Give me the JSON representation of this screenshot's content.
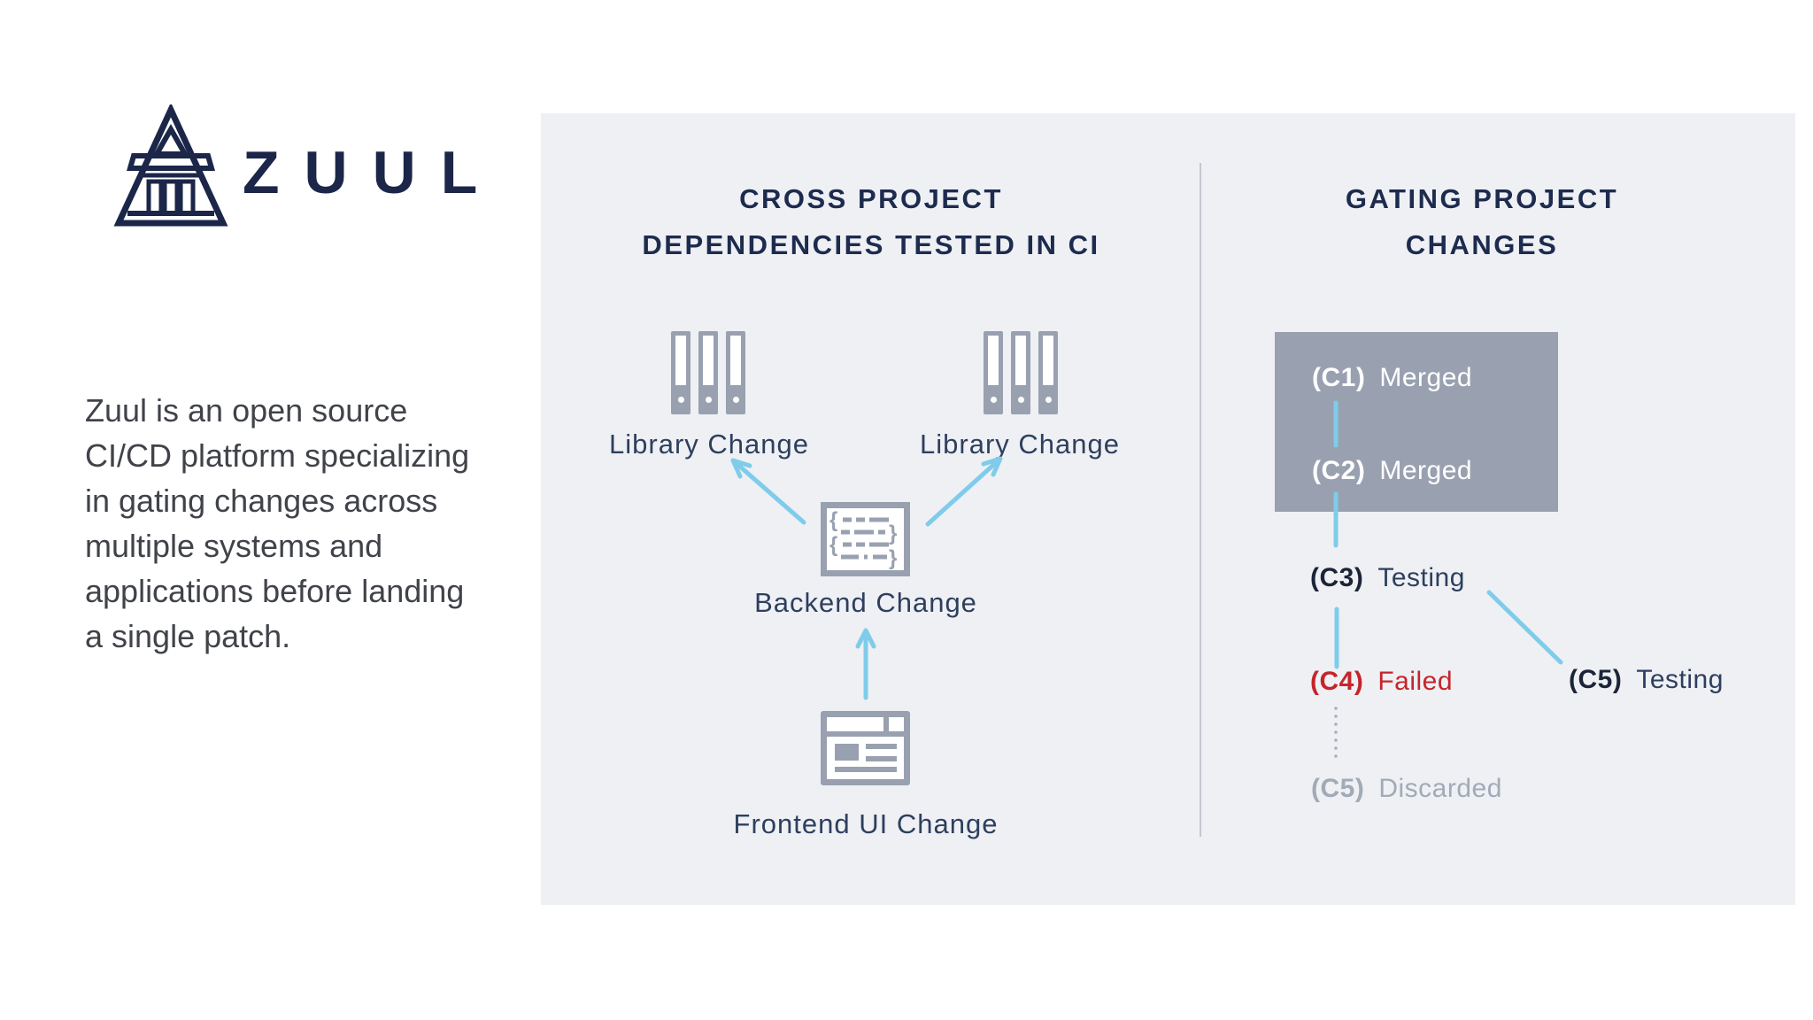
{
  "logo": {
    "wordmark": "ZUUL"
  },
  "intro": {
    "lines": [
      "Zuul is an open source",
      "CI/CD platform specializing",
      "in gating changes across",
      "multiple systems and",
      "applications before landing",
      "a single patch."
    ]
  },
  "cross_project": {
    "heading_line1": "CROSS PROJECT",
    "heading_line2": "DEPENDENCIES TESTED IN CI",
    "nodes": {
      "library_left": "Library Change",
      "library_right": "Library Change",
      "backend": "Backend Change",
      "frontend": "Frontend UI Change"
    }
  },
  "gating": {
    "heading_line1": "GATING PROJECT",
    "heading_line2": "CHANGES",
    "changes": [
      {
        "id": "(C1)",
        "status": "Merged"
      },
      {
        "id": "(C2)",
        "status": "Merged"
      },
      {
        "id": "(C3)",
        "status": "Testing"
      },
      {
        "id": "(C4)",
        "status": "Failed"
      },
      {
        "id": "(C5)",
        "status": "Testing"
      },
      {
        "id": "(C5)",
        "status": "Discarded"
      }
    ]
  },
  "colors": {
    "brand_navy": "#1b2649",
    "heading_navy": "#1d2b4e",
    "label_navy": "#2e3f5e",
    "panel_gray": "#eef0f4",
    "icon_gray": "#99a1b0",
    "arrow_blue": "#7fccea",
    "merged_box_gray": "#99a1b0",
    "failed_red": "#c5242b",
    "discarded_gray": "#a2aab7"
  }
}
